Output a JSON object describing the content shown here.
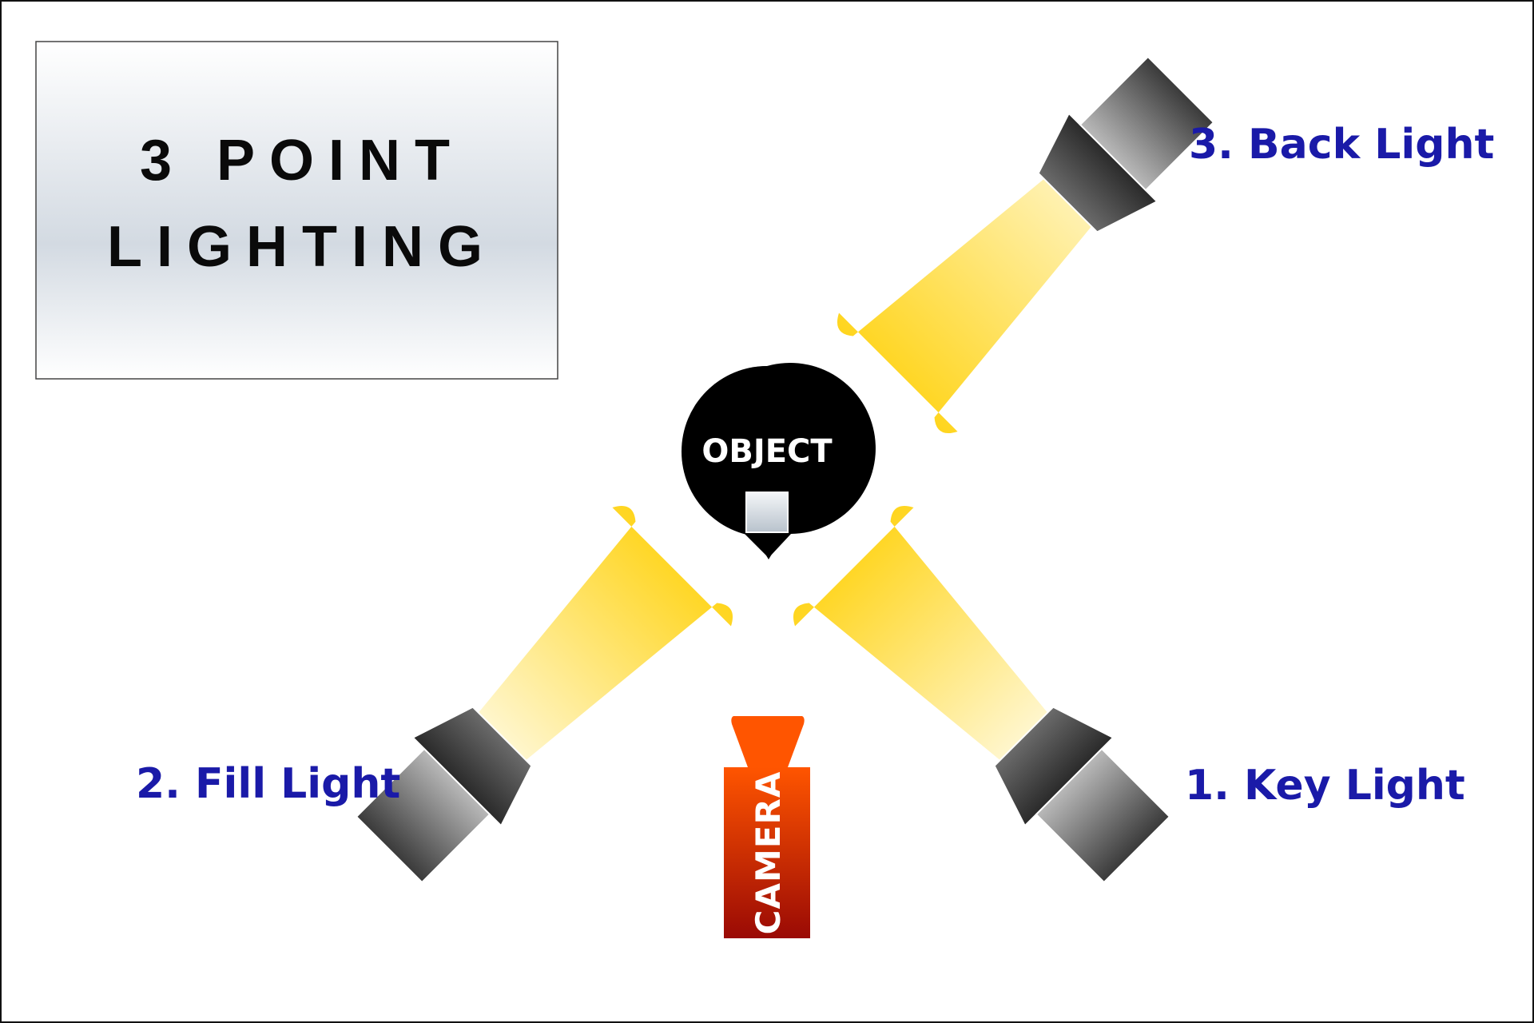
{
  "title": {
    "line1": "3 POINT",
    "line2": "LIGHTING"
  },
  "object_label": "OBJECT",
  "camera_label": "CAMERA",
  "lights": {
    "key": "1. Key Light",
    "fill": "2. Fill Light",
    "back": "3. Back Light"
  },
  "colors": {
    "label": "#1a1aa8",
    "camera_top": "#ff5500",
    "camera_bottom": "#9a0a05",
    "beam_light": "#fff6cc",
    "beam_strong": "#ffd51e",
    "object": "#000000"
  }
}
